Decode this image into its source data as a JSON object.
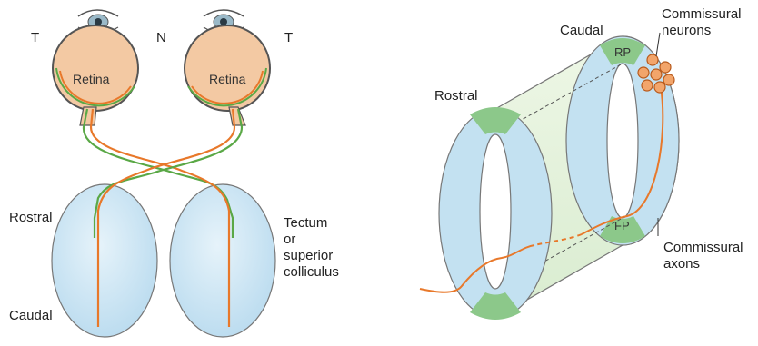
{
  "left_panel": {
    "temporal_left": "T",
    "nasal": "N",
    "temporal_right": "T",
    "retina_left": "Retina",
    "retina_right": "Retina",
    "rostral": "Rostral",
    "caudal": "Caudal",
    "tectum_lines": [
      "Tectum",
      "or",
      "superior",
      "colliculus"
    ]
  },
  "right_panel": {
    "caudal": "Caudal",
    "rostral": "Rostral",
    "roof_plate": "RP",
    "floor_plate": "FP",
    "commissural_neurons_lines": [
      "Commissural",
      "neurons"
    ],
    "commissural_axons_lines": [
      "Commissural",
      "axons"
    ]
  },
  "colors": {
    "axon_orange": "#e8782a",
    "axon_green": "#5aa846",
    "tissue_blue": "#c3e1f1",
    "plate_green": "#8cc88a",
    "eye_skin": "#f3c9a3",
    "outline": "#555555"
  }
}
